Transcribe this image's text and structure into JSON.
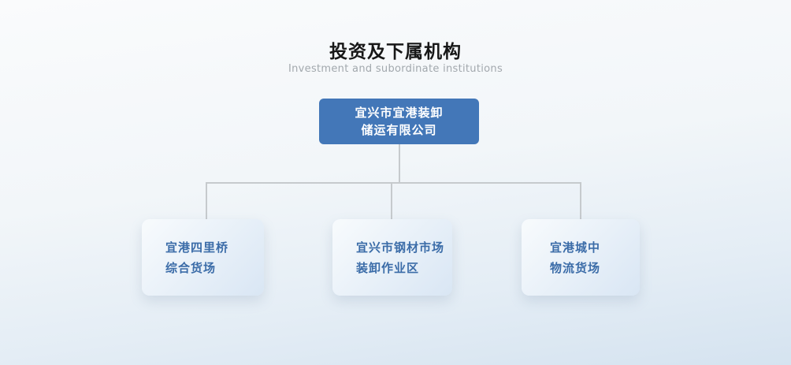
{
  "page": {
    "title": "投资及下属机构",
    "subtitle": "Investment and subordinate institutions"
  },
  "chart": {
    "root": {
      "lines": [
        "宜兴市宜港装卸",
        "储运有限公司"
      ]
    },
    "children": [
      {
        "lines": [
          "宜港四里桥",
          "综合货场"
        ]
      },
      {
        "lines": [
          "宜兴市钢材市场",
          "装卸作业区"
        ]
      },
      {
        "lines": [
          "宜港城中",
          "物流货场"
        ]
      }
    ],
    "colors": {
      "root_bg": "#4377b8",
      "root_text": "#ffffff",
      "child_text": "#3b6ca8",
      "child_bg_start": "#f8fbfd",
      "child_bg_end": "#d9e6f4",
      "connector": "#c6cacd"
    }
  }
}
